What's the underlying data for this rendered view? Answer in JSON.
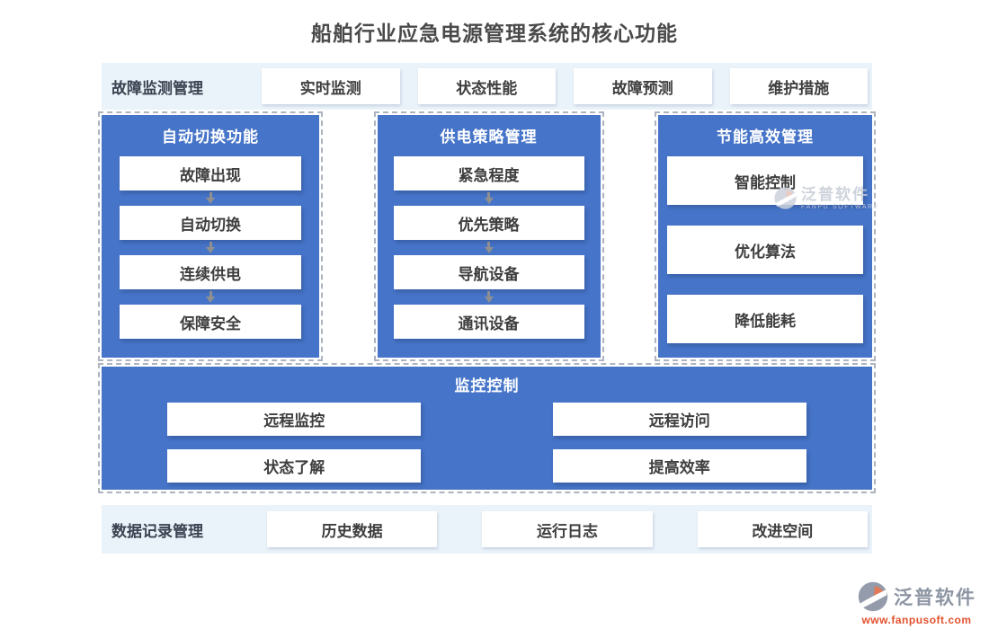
{
  "title": "船舶行业应急电源管理系统的核心功能",
  "colors": {
    "panel_blue": "#4674C8",
    "band_bg": "#EBF3FA",
    "text_dark": "#3E3E3E",
    "label_dark": "#3B4251",
    "dash_gray": "#ADB4BF",
    "arrow_gray": "#8F8F8F",
    "logo_gray": "#949BAA",
    "logo_orange": "#E2512D",
    "watermark_gray": "#C6CCD6"
  },
  "top_band": {
    "label": "故障监测管理",
    "buttons": [
      "实时监测",
      "状态性能",
      "故障预测",
      "维护措施"
    ]
  },
  "columns": [
    {
      "header": "自动切换功能",
      "items": [
        "故障出现",
        "自动切换",
        "连续供电",
        "保障安全"
      ]
    },
    {
      "header": "供电策略管理",
      "items": [
        "紧急程度",
        "优先策略",
        "导航设备",
        "通讯设备"
      ]
    },
    {
      "header": "节能高效管理",
      "items": [
        "智能控制",
        "优化算法",
        "降低能耗"
      ]
    }
  ],
  "monitor": {
    "header": "监控控制",
    "items": [
      "远程监控",
      "远程访问",
      "状态了解",
      "提高效率"
    ]
  },
  "bottom_band": {
    "label": "数据记录管理",
    "buttons": [
      "历史数据",
      "运行日志",
      "改进空间"
    ]
  },
  "watermark": {
    "name": "泛普软件",
    "subtitle": "FANPU SOFTWARE"
  },
  "footer": {
    "name": "泛普软件",
    "url": "www.fanpusoft.com"
  }
}
